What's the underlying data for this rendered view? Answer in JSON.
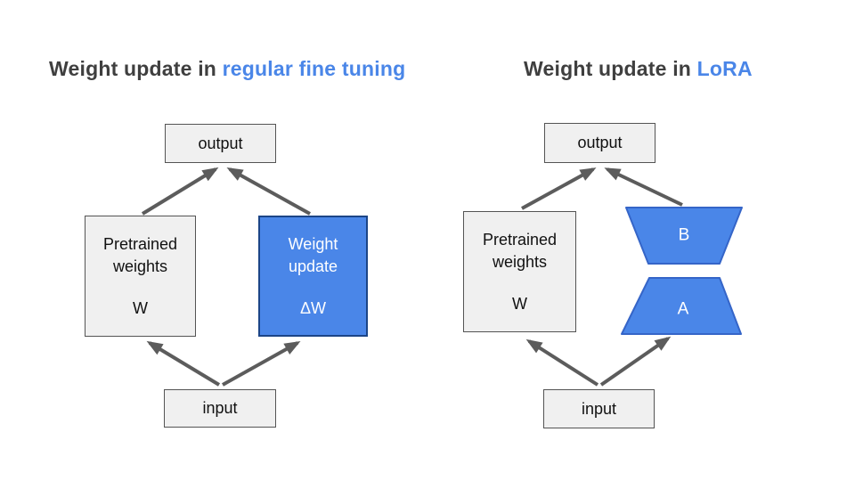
{
  "colors": {
    "background": "#ffffff",
    "title_text": "#3f3f3f",
    "title_accent": "#4a86e8",
    "gray_box_fill": "#f0f0f0",
    "gray_box_border": "#545454",
    "blue_box_fill": "#4a86e8",
    "blue_box_border": "#1c4587",
    "trapezoid_fill": "#4a86e8",
    "trapezoid_border": "#3565c8",
    "arrow": "#5c5c5c",
    "box_text": "#111111",
    "blue_box_text": "#ffffff"
  },
  "left_diagram": {
    "title": {
      "prefix": "Weight update in ",
      "highlight": "regular fine tuning"
    },
    "nodes": {
      "output": {
        "label": "output"
      },
      "pretrained": {
        "label": "Pretrained weights",
        "symbol": "W"
      },
      "weight_update": {
        "label": "Weight update",
        "symbol": "ΔW"
      },
      "input": {
        "label": "input"
      }
    }
  },
  "right_diagram": {
    "title": {
      "prefix": "Weight update in ",
      "highlight": "LoRA"
    },
    "nodes": {
      "output": {
        "label": "output"
      },
      "pretrained": {
        "label": "Pretrained weights",
        "symbol": "W"
      },
      "matrix_b": {
        "label": "B"
      },
      "matrix_a": {
        "label": "A"
      },
      "input": {
        "label": "input"
      }
    }
  }
}
